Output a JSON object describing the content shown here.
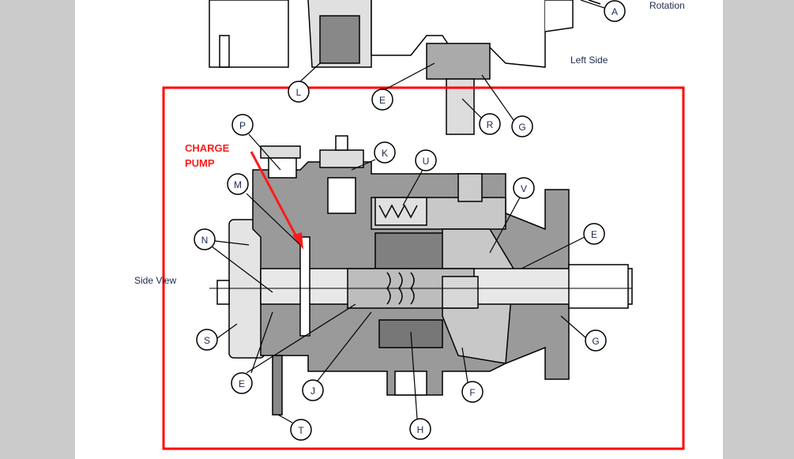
{
  "document": {
    "view_labels": {
      "left_side": "Left Side",
      "side_view": "Side View",
      "rotation": "Rotation"
    },
    "annotation": {
      "line1": "CHARGE",
      "line2": "PUMP",
      "color": "#ff1a1a"
    },
    "highlight_color": "#ff0000",
    "top_callouts": [
      "A",
      "L",
      "E",
      "R",
      "G"
    ],
    "main_callouts": [
      "P",
      "K",
      "U",
      "M",
      "V",
      "N",
      "E",
      "S",
      "G",
      "E",
      "J",
      "F",
      "T",
      "H"
    ]
  }
}
